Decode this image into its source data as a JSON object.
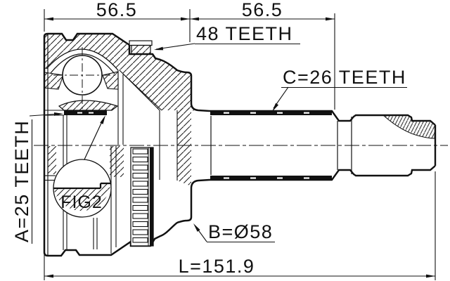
{
  "drawing": {
    "title": "CV joint outer technical drawing",
    "dim_top_left": "56.5",
    "dim_top_right": "56.5",
    "label_abs_ring": "48 TEETH",
    "label_shaft_spline": "C=26 TEETH",
    "label_inner_spline": "A=25 TEETH",
    "label_outer_diameter": "B=Ø58",
    "dim_total_length": "L=151.9",
    "label_detail": "FIG2"
  },
  "colors": {
    "ink": "#111111",
    "background": "#ffffff"
  }
}
